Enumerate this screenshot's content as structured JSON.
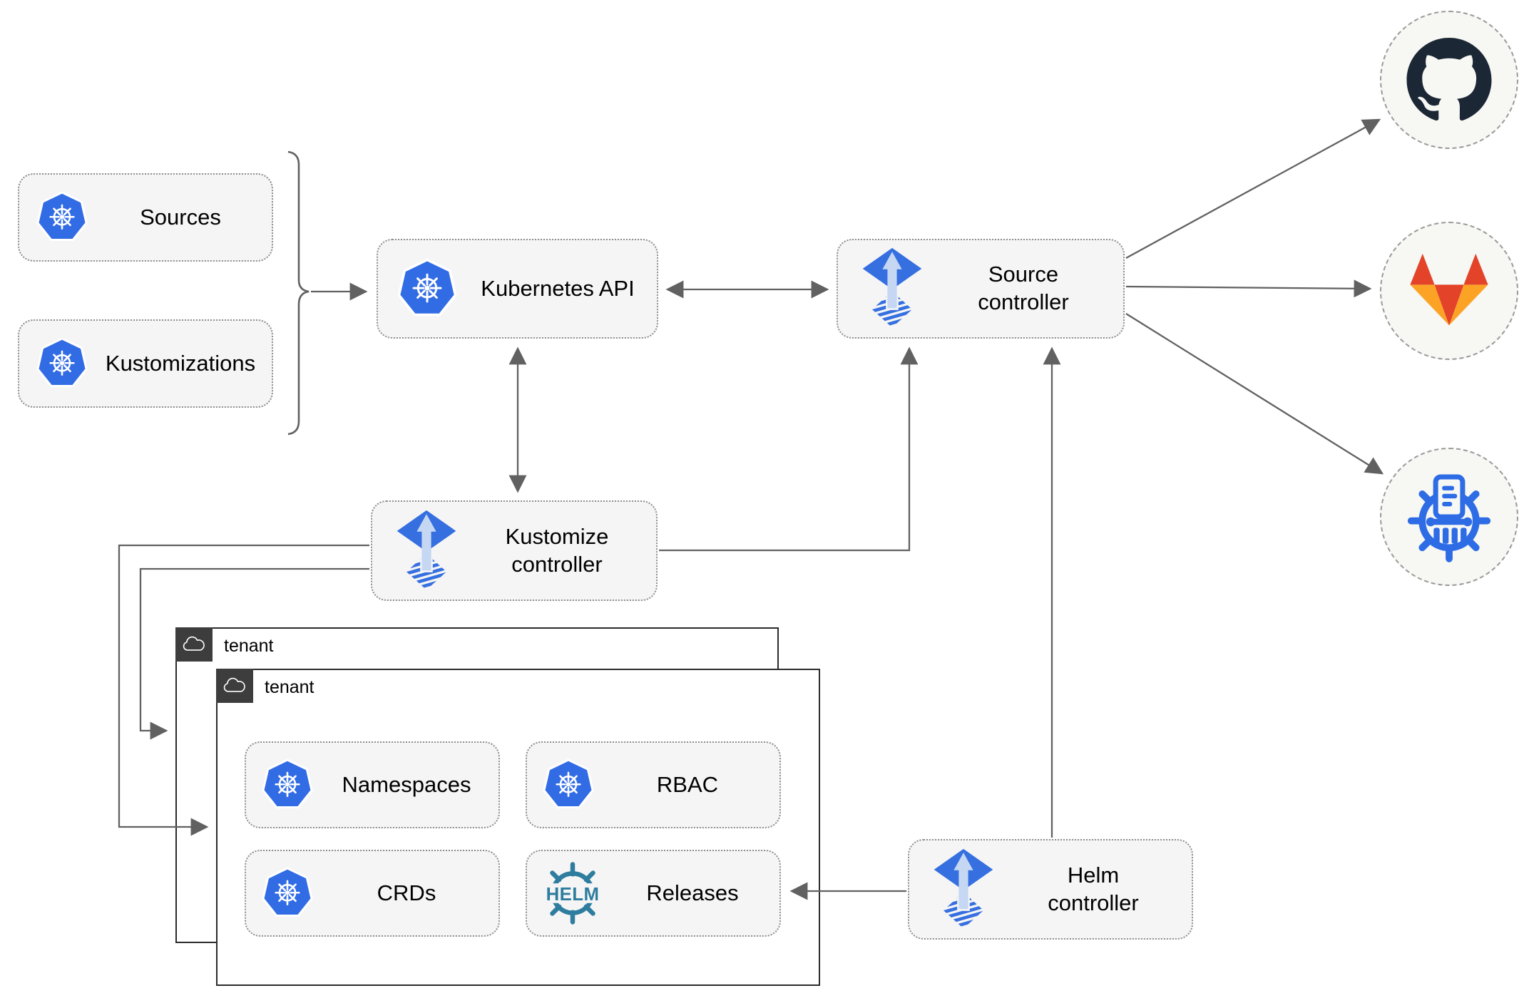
{
  "nodes": {
    "sources": "Sources",
    "kustomizations": "Kustomizations",
    "kubernetes_api": "Kubernetes API",
    "source_controller": "Source controller",
    "kustomize_controller": "Kustomize controller",
    "helm_controller": "Helm controller"
  },
  "tenant_back": {
    "label": "tenant"
  },
  "tenant_front": {
    "label": "tenant",
    "resources": {
      "namespaces": "Namespaces",
      "rbac": "RBAC",
      "crds": "CRDs",
      "releases": "Releases"
    }
  },
  "helm_logo_text": "HELM",
  "icons": {
    "kubernetes": "kubernetes-wheel",
    "flux": "flux-diamond-up-arrow",
    "helm": "helm-wheel-wordmark",
    "cloud": "cloud-outline",
    "github": "github-octocat",
    "gitlab": "gitlab-fox",
    "chartmuseum": "chartmuseum-wheel-column-document"
  },
  "colors": {
    "kubernetes_blue": "#326ce5",
    "flux_blue": "#356fe0",
    "flux_arrow_light": "#c5d7f2",
    "helm_teal": "#2e7d9f",
    "github_dark": "#1b2734",
    "gitlab_red": "#e24329",
    "gitlab_amber": "#fca326",
    "chartmuseum_blue": "#2d6ce5",
    "connector_gray": "#616161",
    "node_fill": "#f5f5f5",
    "node_border": "#8f8f8f",
    "tenant_tab": "#3d3d3d",
    "tenant_border": "#2b2b2b"
  }
}
